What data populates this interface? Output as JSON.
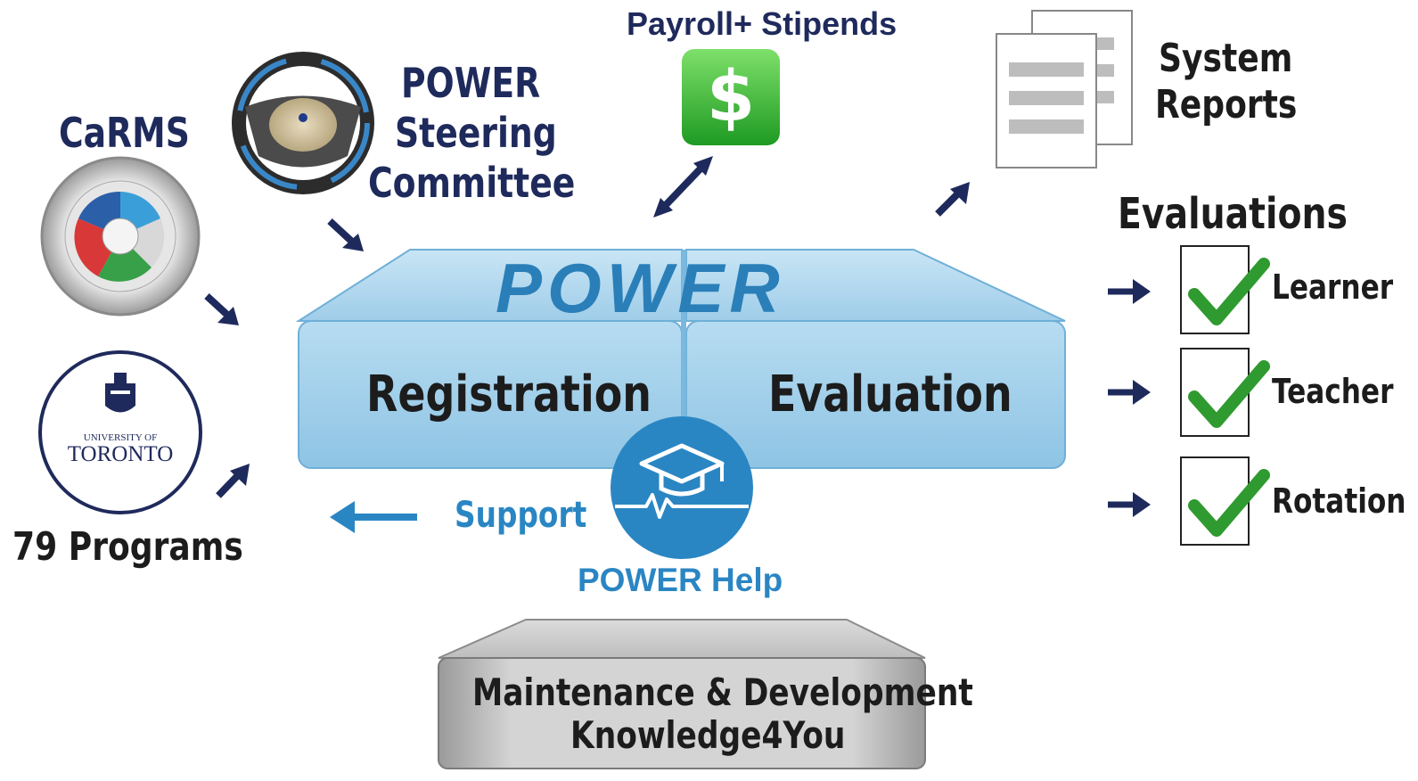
{
  "payroll": {
    "label": "Payroll+ Stipends",
    "icon": "dollar-icon"
  },
  "reports": {
    "line1": "System",
    "line2": "Reports",
    "icon": "documents-icon"
  },
  "carms": {
    "label": "CaRMS",
    "icon": "carms-wheel-icon"
  },
  "steering": {
    "line1": "POWER",
    "line2": "Steering",
    "line3": "Committee",
    "icon": "steering-wheel-icon"
  },
  "uoft": {
    "line1": "UNIVERSITY OF",
    "line2": "TORONTO",
    "programs": "79 Programs",
    "icon": "uoft-crest-icon"
  },
  "power_block": {
    "logo": "POWER",
    "left": "Registration",
    "right": "Evaluation"
  },
  "help": {
    "label": "POWER Help",
    "support": "Support",
    "icon": "graduation-cap-heartbeat-icon"
  },
  "maintenance": {
    "line1": "Maintenance & Development",
    "line2": "Knowledge4You"
  },
  "evaluations": {
    "title": "Evaluations",
    "items": [
      {
        "label": "Learner"
      },
      {
        "label": "Teacher"
      },
      {
        "label": "Rotation"
      }
    ]
  },
  "colors": {
    "navy": "#1f2a5c",
    "power_blue": "#a9d3ec",
    "power_dark": "#2a7fb8",
    "help_blue": "#2a86c3",
    "check_green": "#2f9a2f",
    "dollar_green": "#3cb43c",
    "grey_block": "#b8b8b8"
  }
}
